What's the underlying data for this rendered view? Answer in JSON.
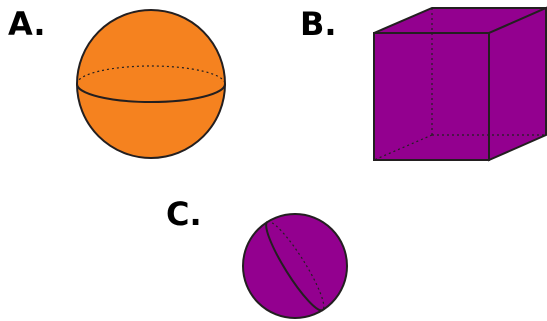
{
  "labels": {
    "a": "A.",
    "b": "B.",
    "c": "C."
  },
  "shapes": {
    "sphere_a": {
      "name": "sphere",
      "fill": "#F5821F"
    },
    "cube_b": {
      "name": "cube",
      "fill": "#93008F"
    },
    "sphere_c": {
      "name": "sphere",
      "fill": "#93008F"
    }
  },
  "colors": {
    "outline": "#231F20"
  }
}
